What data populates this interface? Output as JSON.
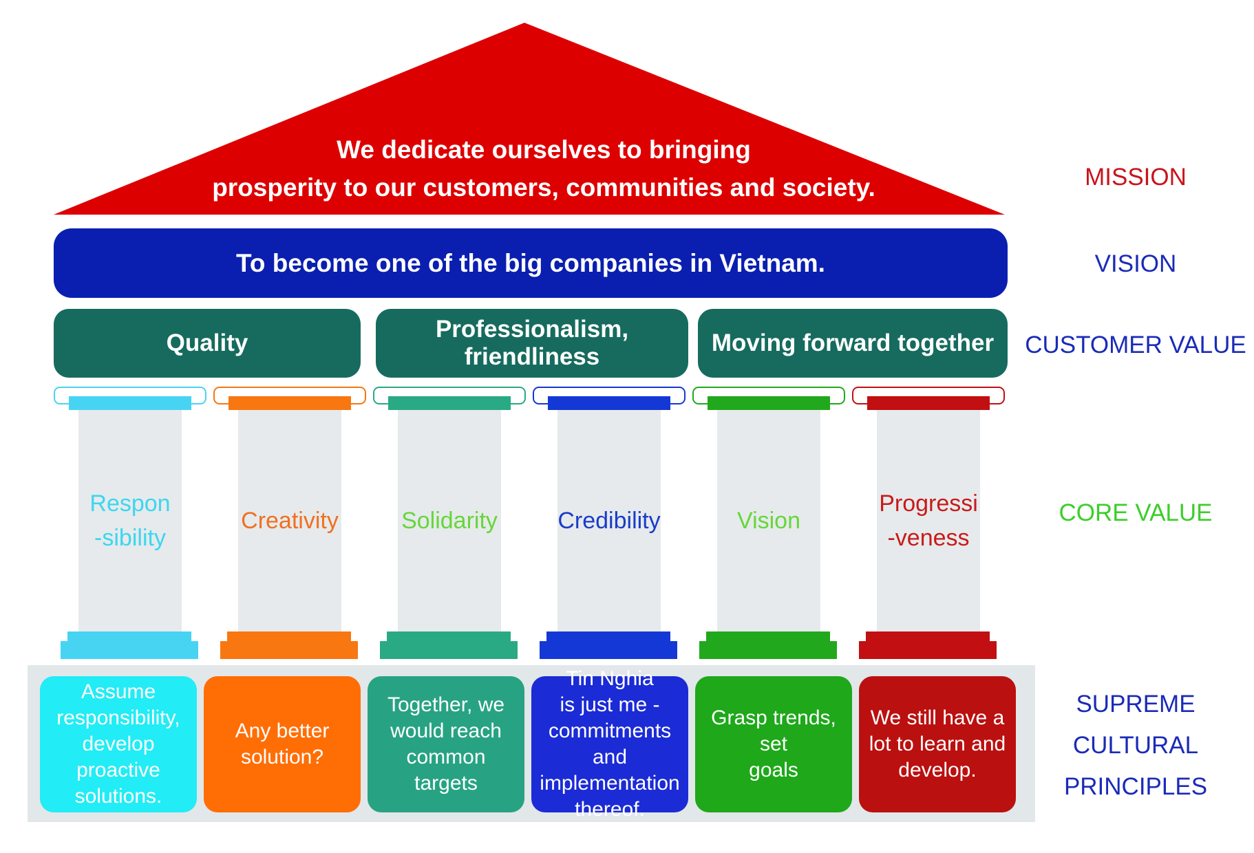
{
  "mission_text": {
    "line1": "We dedicate ourselves to  bringing",
    "line2": "prosperity to our customers, communities and society."
  },
  "vision_text": "To become one of the big companies in Vietnam.",
  "customer_values": [
    "Quality",
    "Professionalism, friendliness",
    "Moving forward together"
  ],
  "core_values": [
    {
      "line1": "Respon",
      "line2": "-sibility",
      "color": "#3cd6f0"
    },
    {
      "line1": "Creativity",
      "line2": "",
      "color": "#f07020"
    },
    {
      "line1": "Solidarity",
      "line2": "",
      "color": "#66d63a"
    },
    {
      "line1": "Credibility",
      "line2": "",
      "color": "#1a3cc8"
    },
    {
      "line1": "Vision",
      "line2": "",
      "color": "#66d63a"
    },
    {
      "line1": "Progressi",
      "line2": "-veness",
      "color": "#c81a1a"
    }
  ],
  "pillar_colors": [
    "#47d4f3",
    "#f87711",
    "#2aa985",
    "#1438d6",
    "#22a81d",
    "#c10f12"
  ],
  "principles": [
    {
      "lines": [
        "Assume",
        "responsibility,",
        "develop proactive",
        "solutions."
      ],
      "color": "#22ecf5"
    },
    {
      "lines": [
        "Any better",
        "solution?"
      ],
      "color": "#ff6e05"
    },
    {
      "lines": [
        "Together, we",
        "would reach",
        "common targets"
      ],
      "color": "#27a383"
    },
    {
      "lines": [
        "Tin Nghia",
        "is just me -",
        "commitments and",
        "implementation",
        "thereof."
      ],
      "color": "#1b2bd6"
    },
    {
      "lines": [
        "Grasp trends, set",
        "goals"
      ],
      "color": "#1ea81a"
    },
    {
      "lines": [
        "We still have a",
        "lot to learn and",
        "develop."
      ],
      "color": "#bb1010"
    }
  ],
  "side_labels": {
    "mission": "MISSION",
    "vision": "VISION",
    "customer_value": "CUSTOMER VALUE",
    "core_value": "CORE VALUE",
    "principles": [
      "SUPREME",
      "CULTURAL",
      "PRINCIPLES"
    ]
  },
  "colors": {
    "roof": "#dd0000",
    "vision_band": "#0a1fb0",
    "customer_value_box": "#166b5e",
    "label_mission": "#c8141c",
    "label_vision": "#1a2bb8",
    "label_customer": "#1a2bb8",
    "label_core": "#3cce2a",
    "label_principles": "#1a2bb8"
  }
}
